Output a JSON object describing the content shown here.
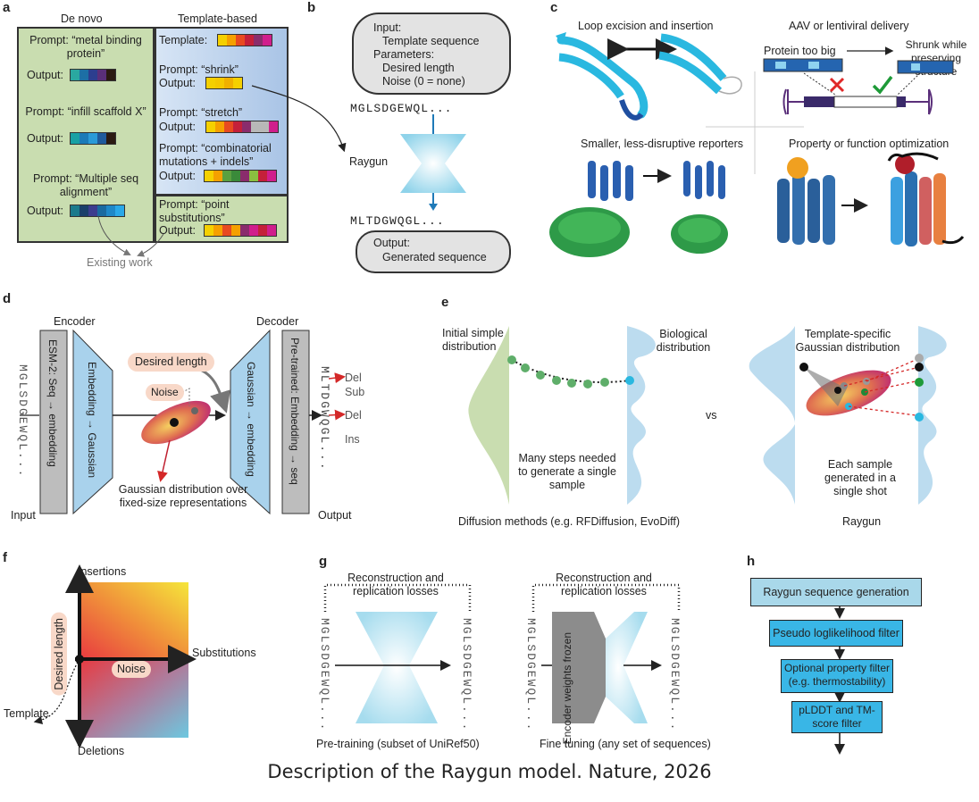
{
  "panel_letters": {
    "a": "a",
    "b": "b",
    "c": "c",
    "d": "d",
    "e": "e",
    "f": "f",
    "g": "g",
    "h": "h"
  },
  "panel_a": {
    "denovo_header": "De novo",
    "template_header": "Template-based",
    "dn_prompt1": "Prompt: “metal binding protein”",
    "dn_prompt2": "Prompt: “infill scaffold X”",
    "dn_prompt3": "Prompt: “Multiple seq alignment”",
    "output": "Output:",
    "template": "Template:",
    "tb_prompt1": "Prompt: “shrink”",
    "tb_prompt2": "Prompt: “stretch”",
    "tb_prompt3": "Prompt: “combinatorial mutations + indels”",
    "tb_prompt4": "Prompt: “point substitutions”",
    "existing": "Existing work"
  },
  "panel_b": {
    "input_title": "Input:",
    "input_line1": "Template sequence",
    "input_line2": "Parameters:",
    "input_line3": "Desired length",
    "input_line4": "Noise (0 = none)",
    "seq_in": "MGLSDGEWQL...",
    "raygun": "Raygun",
    "seq_out": "MLTDGWQGL...",
    "output_title": "Output:",
    "output_line1": "Generated sequence"
  },
  "panel_c": {
    "loop": "Loop excision and insertion",
    "aav": "AAV or lentiviral delivery",
    "too_big": "Protein too big",
    "shrunk": "Shrunk while preserving structure",
    "reporters": "Smaller, less-disruptive reporters",
    "property": "Property or function optimization"
  },
  "panel_d": {
    "encoder": "Encoder",
    "decoder": "Decoder",
    "esm": "ESM-2: Seq → embedding",
    "emb_gauss": "Embedding → Gaussian",
    "gauss_emb": "Gaussian → embedding",
    "pretrained": "Pre-trained: Embedding → seq",
    "desired_length": "Desired length",
    "noise": "Noise",
    "gauss_dist": "Gaussian distribution over fixed-size representations",
    "input": "Input",
    "output": "Output",
    "seq_in": "MGLSDGEWQL...",
    "del1": "Del",
    "sub": "Sub",
    "del2": "Del",
    "ins": "Ins"
  },
  "panel_e": {
    "initial": "Initial simple distribution",
    "biological": "Biological distribution",
    "template_specific": "Template-specific Gaussian distribution",
    "many_steps": "Many steps needed to generate a single sample",
    "vs": "vs",
    "each_sample": "Each sample generated in a single shot",
    "diffusion": "Diffusion methods (e.g. RFDiffusion, EvoDiff)",
    "raygun": "Raygun"
  },
  "panel_f": {
    "insertions": "Insertions",
    "substitutions": "Substitutions",
    "deletions": "Deletions",
    "template": "Template",
    "desired_length": "Desired length",
    "noise": "Noise"
  },
  "panel_g": {
    "losses1": "Reconstruction and replication losses",
    "losses2": "Reconstruction and replication losses",
    "seq": "MGLSDGEWQL...",
    "frozen": "Encoder weights frozen",
    "pretraining": "Pre-training (subset of UniRef50)",
    "finetuning": "Fine tuning (any set of sequences)"
  },
  "panel_h": {
    "steps": [
      "Raygun sequence generation",
      "Pseudo loglikelihood filter",
      "Optional property filter (e.g. thermostability)",
      "pLDDT and TM-score filter"
    ]
  },
  "colors": {
    "green_panel": "#c9ddb0",
    "blue_panel": "#bcd2ec",
    "light_blue": "#a9d8ea",
    "flow_box": "#39b6e6",
    "grey_block": "#bdbdbd",
    "gauss": "#b5d9ee"
  },
  "caption": "Description of the Raygun model. Nature, 2026"
}
